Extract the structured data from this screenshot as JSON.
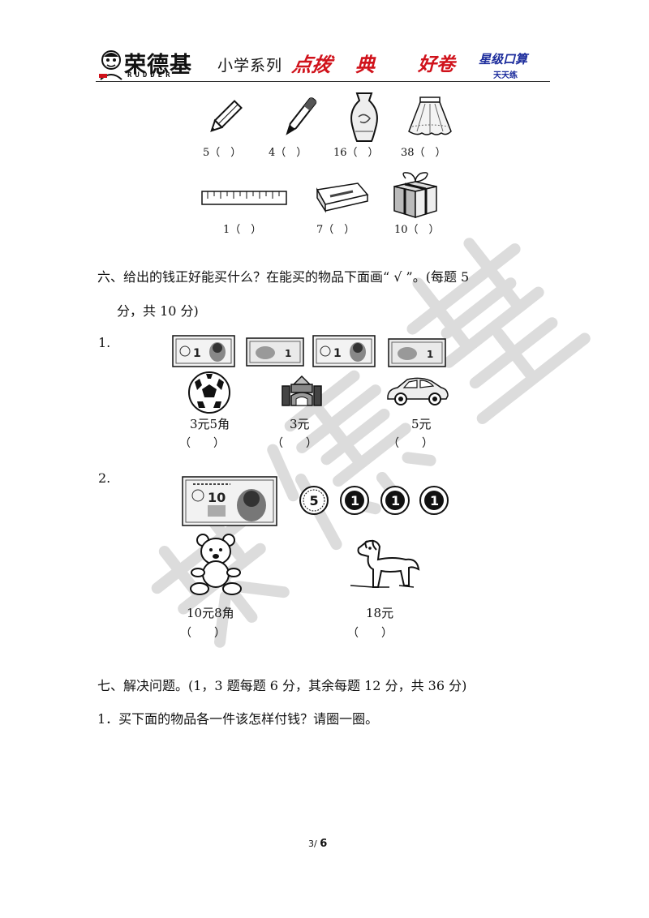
{
  "header": {
    "brand_name": "荣德基",
    "brand_sub": "RUDDER",
    "series": "小学系列",
    "banner": [
      "点拨",
      "典",
      "好卷",
      "星级口算",
      "天天练"
    ]
  },
  "section5_items": [
    {
      "icon": "pencil-icon",
      "label": "5（　）"
    },
    {
      "icon": "pen-icon",
      "label": "4（　）"
    },
    {
      "icon": "vase-icon",
      "label": "16（　）"
    },
    {
      "icon": "skirt-icon",
      "label": "38（　）"
    },
    {
      "icon": "ruler-icon",
      "label": "1（　）"
    },
    {
      "icon": "eraser-icon",
      "label": "7（　）"
    },
    {
      "icon": "gift-box-icon",
      "label": "10（　）"
    }
  ],
  "section6": {
    "title_line1": "六、给出的钱正好能买什么？在能买的物品下面画“ √ ”。(每题 5",
    "title_line2": "分，共 10 分)",
    "q1": {
      "number": "1.",
      "money_icons": [
        "banknote-1-yuan-icon",
        "banknote-1-jiao-icon",
        "banknote-1-yuan-icon",
        "banknote-1-jiao-icon"
      ],
      "items": [
        {
          "icon": "football-icon",
          "price": "3元5角",
          "answer": "（　　）"
        },
        {
          "icon": "building-blocks-icon",
          "price": "3元",
          "answer": "（　　）"
        },
        {
          "icon": "toy-car-icon",
          "price": "5元",
          "answer": "（　　）"
        }
      ]
    },
    "q2": {
      "number": "2.",
      "banknote_value": "10",
      "coin_values": [
        "5",
        "1",
        "1",
        "1"
      ],
      "items": [
        {
          "icon": "teddy-bear-icon",
          "price": "10元8角",
          "answer": "（　　）"
        },
        {
          "icon": "toy-horse-icon",
          "price": "18元",
          "answer": "（　　）"
        }
      ]
    }
  },
  "section7": {
    "title": "七、解决问题。(1，3 题每题 6 分，其余每题 12 分，共 36 分)",
    "q1": "1．买下面的物品各一件该怎样付钱？请圈一圈。"
  },
  "footer": {
    "page": "3",
    "separator": "/",
    "total": "6"
  },
  "watermark": "荣德基",
  "colors": {
    "banner_red": "#d0121b",
    "banner_blue": "#1c2c9c",
    "watermark": "#d9d9d9"
  }
}
